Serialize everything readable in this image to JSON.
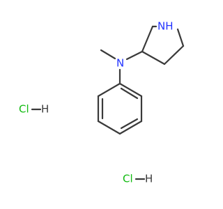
{
  "molecule": {
    "bond_color": "#3a3a3a",
    "label_colors": {
      "N": "#2233ff",
      "Cl": "#11bb11",
      "H": "#3a3a3a"
    },
    "labels": {
      "ring_nh": "NH",
      "amine_n": "N",
      "salt1_cl": "Cl",
      "salt1_h": "H",
      "salt2_cl": "Cl",
      "salt2_h": "H"
    }
  }
}
